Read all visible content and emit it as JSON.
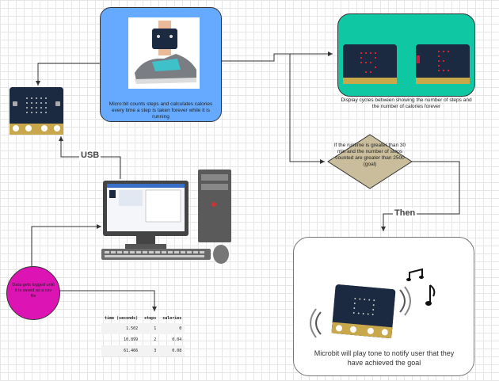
{
  "nodes": {
    "count_box": {
      "text": "Micro:bit counts steps and calculates calories every time a step is taken forever while it is running"
    },
    "display_box": {
      "text": "Display cycles between showing the number of steps and the number of calories forever"
    },
    "decision": {
      "text": "If the runtime is greater than 30 min and the number of steps counted are greater than 2500 (goal)"
    },
    "goal_box": {
      "text": "Microbit will play tone to notify user that they have achieved the goal"
    },
    "log_circle": {
      "text": "Data gets logged until it is saved as a csv file"
    }
  },
  "edges": {
    "usb": "USB",
    "then": "Then"
  },
  "table": {
    "headers": [
      "time (seconds)",
      "steps",
      "calories"
    ],
    "rows": [
      [
        "1.502",
        "1",
        "0"
      ],
      [
        "10.899",
        "2",
        "0.04"
      ],
      [
        "61.466",
        "3",
        "0.08"
      ]
    ]
  },
  "icons": {
    "shoe": "shoe-with-microbit-image",
    "computer": "desktop-computer-icon",
    "music": "music-notes-icon",
    "sound": "sound-waves-icon"
  }
}
